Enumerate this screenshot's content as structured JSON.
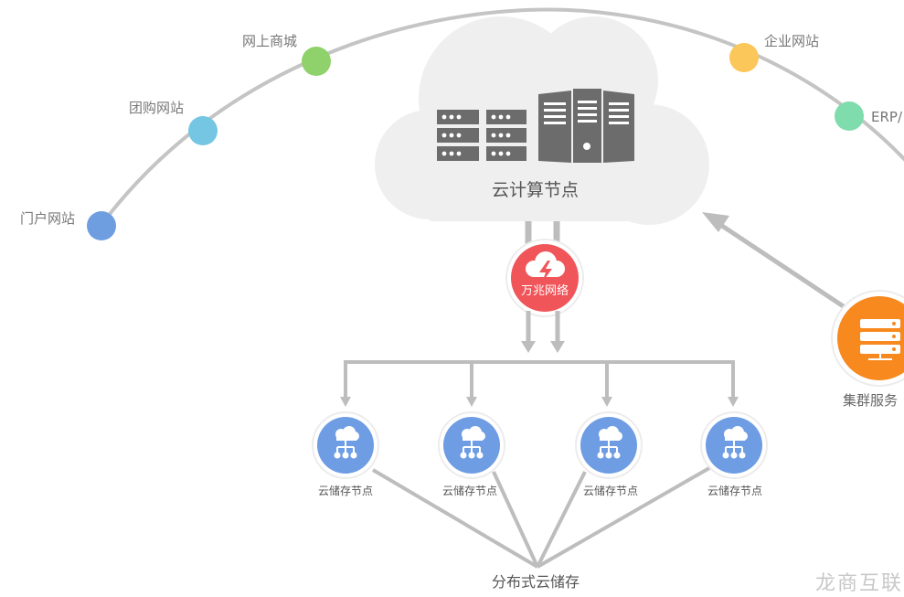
{
  "arc_sites": [
    {
      "label": "门户网站",
      "color": "#6f9ee0"
    },
    {
      "label": "团购网站",
      "color": "#74c6e2"
    },
    {
      "label": "网上商城",
      "color": "#8fd16b"
    },
    {
      "label": "企业网站",
      "color": "#fbc75a"
    },
    {
      "label": "ERP/",
      "color": "#7fdcac"
    }
  ],
  "cloud": {
    "title": "云计算节点",
    "icons": [
      "server-rack-icon",
      "server-tower-icon"
    ]
  },
  "network": {
    "label": "万兆网络",
    "color": "#f0555a",
    "icon": "lightning-cloud-icon"
  },
  "cluster": {
    "label": "集群服务",
    "color": "#f7891e",
    "icon": "server-stack-icon"
  },
  "storage_nodes": [
    {
      "label": "云储存节点"
    },
    {
      "label": "云储存节点"
    },
    {
      "label": "云储存节点"
    },
    {
      "label": "云储存节点"
    }
  ],
  "storage_node_color": "#6e9de4",
  "storage_node_icon": "network-hierarchy-icon",
  "distributed_storage": {
    "label": "分布式云储存"
  },
  "watermark": "龙商互联"
}
